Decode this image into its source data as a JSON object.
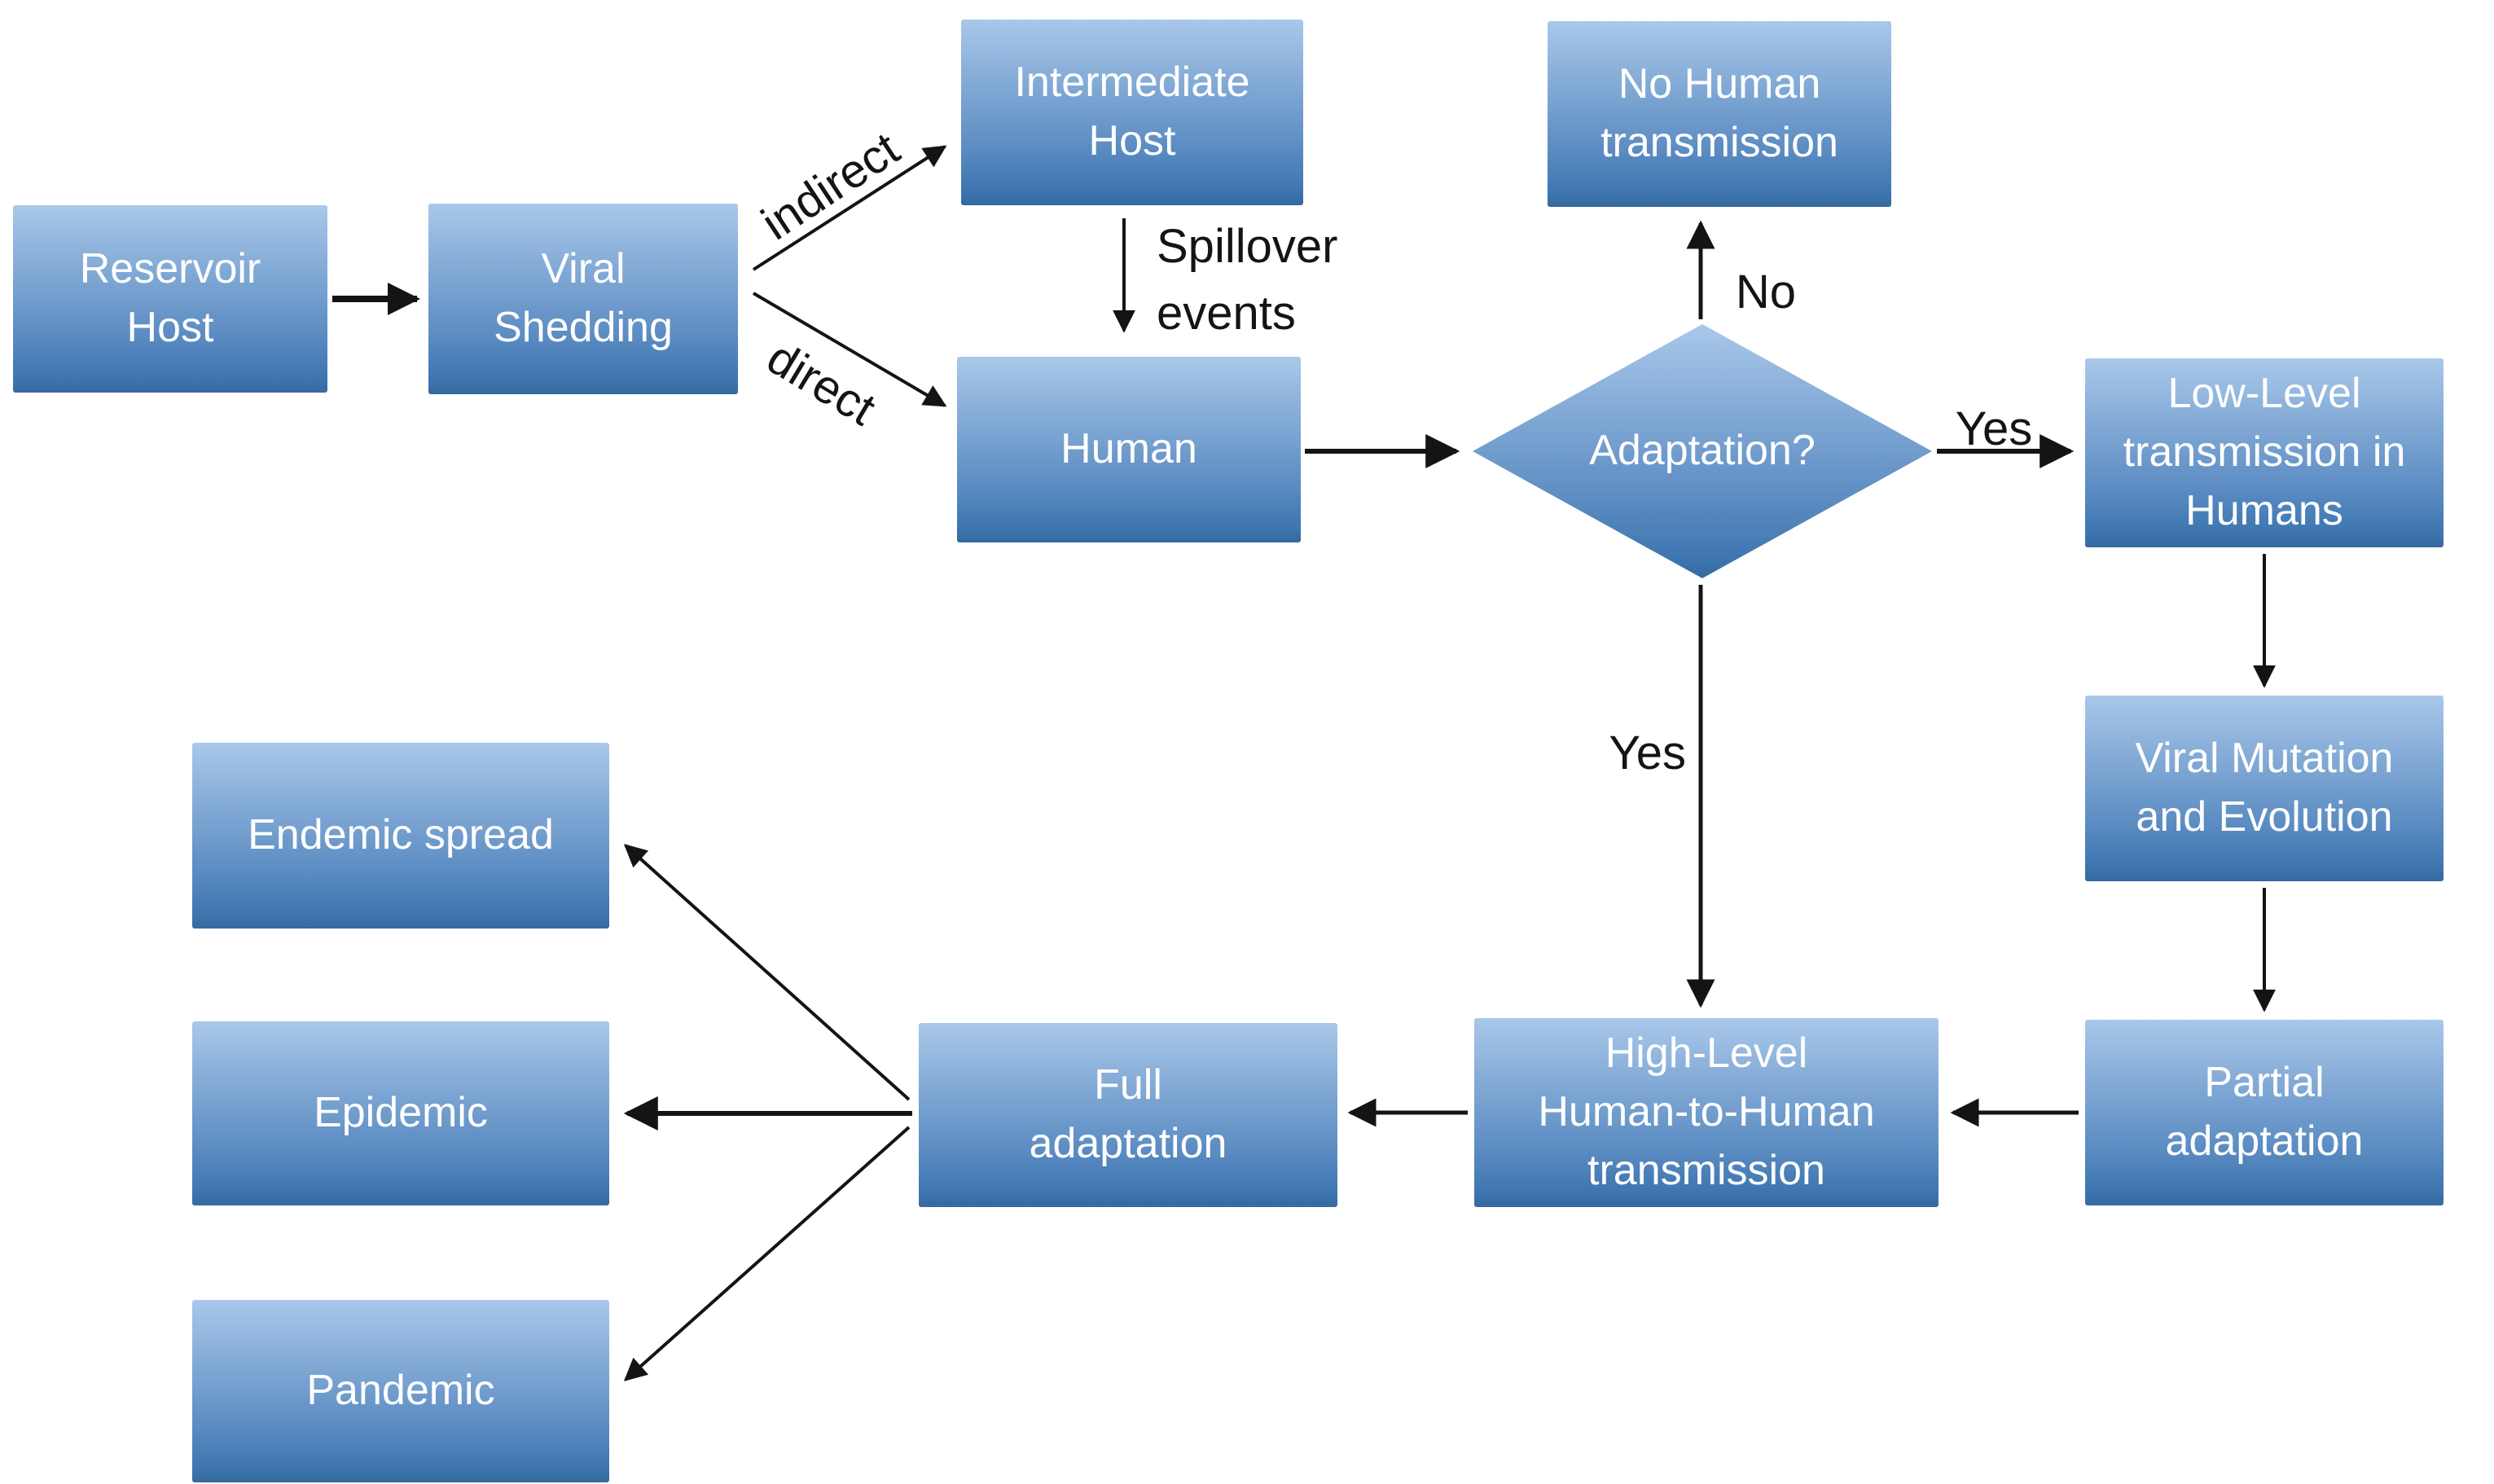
{
  "figure": {
    "type": "flowchart",
    "background_color": "#ffffff",
    "node_gradient_top": "#a9c8ea",
    "node_gradient_bottom": "#35699f",
    "node_text_color": "#ffffff",
    "edge_color": "#141414",
    "edge_label_color": "#141414"
  },
  "nodes": [
    {
      "id": "reservoir-host",
      "shape": "rect",
      "label": "Reservoir\nHost"
    },
    {
      "id": "viral-shedding",
      "shape": "rect",
      "label": "Viral\nShedding"
    },
    {
      "id": "intermediate-host",
      "shape": "rect",
      "label": "Intermediate\nHost"
    },
    {
      "id": "human",
      "shape": "rect",
      "label": "Human"
    },
    {
      "id": "no-human-transmission",
      "shape": "rect",
      "label": "No Human\ntransmission"
    },
    {
      "id": "adaptation-decision",
      "shape": "diamond",
      "label": "Adaptation?"
    },
    {
      "id": "low-level-transmission",
      "shape": "rect",
      "label": "Low-Level\ntransmission in\nHumans"
    },
    {
      "id": "viral-mutation-evolution",
      "shape": "rect",
      "label": "Viral Mutation\nand Evolution"
    },
    {
      "id": "partial-adaptation",
      "shape": "rect",
      "label": "Partial\nadaptation"
    },
    {
      "id": "high-level-transmission",
      "shape": "rect",
      "label": "High-Level\nHuman-to-Human\ntransmission"
    },
    {
      "id": "full-adaptation",
      "shape": "rect",
      "label": "Full\nadaptation"
    },
    {
      "id": "endemic-spread",
      "shape": "rect",
      "label": "Endemic spread"
    },
    {
      "id": "epidemic",
      "shape": "rect",
      "label": "Epidemic"
    },
    {
      "id": "pandemic",
      "shape": "rect",
      "label": "Pandemic"
    }
  ],
  "edges": [
    {
      "from": "reservoir-host",
      "to": "viral-shedding",
      "label": ""
    },
    {
      "from": "viral-shedding",
      "to": "intermediate-host",
      "label": "indirect"
    },
    {
      "from": "viral-shedding",
      "to": "human",
      "label": "direct"
    },
    {
      "from": "intermediate-host",
      "to": "human",
      "label": "Spillover\nevents"
    },
    {
      "from": "human",
      "to": "adaptation-decision",
      "label": ""
    },
    {
      "from": "adaptation-decision",
      "to": "no-human-transmission",
      "label": "No"
    },
    {
      "from": "adaptation-decision",
      "to": "low-level-transmission",
      "label": "Yes"
    },
    {
      "from": "low-level-transmission",
      "to": "viral-mutation-evolution",
      "label": ""
    },
    {
      "from": "viral-mutation-evolution",
      "to": "partial-adaptation",
      "label": ""
    },
    {
      "from": "partial-adaptation",
      "to": "high-level-transmission",
      "label": ""
    },
    {
      "from": "adaptation-decision",
      "to": "high-level-transmission",
      "label": "Yes"
    },
    {
      "from": "high-level-transmission",
      "to": "full-adaptation",
      "label": ""
    },
    {
      "from": "full-adaptation",
      "to": "endemic-spread",
      "label": ""
    },
    {
      "from": "full-adaptation",
      "to": "epidemic",
      "label": ""
    },
    {
      "from": "full-adaptation",
      "to": "pandemic",
      "label": ""
    }
  ]
}
